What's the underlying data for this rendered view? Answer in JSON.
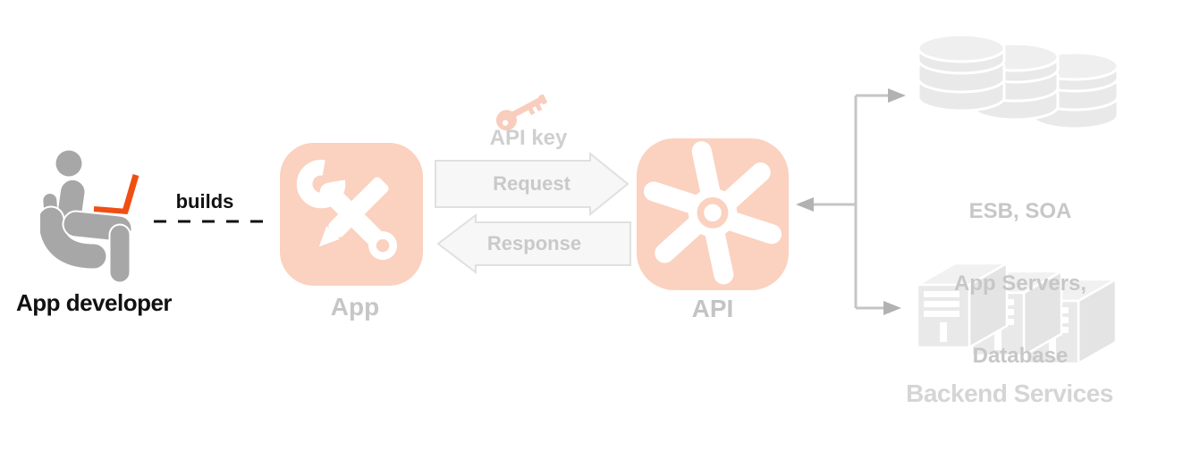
{
  "diagram": {
    "title_implied": "App developer builds an app that calls an API fronting backend services",
    "developer": {
      "label": "App developer",
      "relation_label": "builds",
      "icon": "seated-person-with-laptop-icon"
    },
    "app": {
      "label": "App",
      "icon": "wrench-and-pencil-icon"
    },
    "api": {
      "label": "API",
      "icon": "gear-asterisk-icon"
    },
    "api_key": {
      "label": "API key",
      "icon": "key-icon"
    },
    "request": {
      "label": "Request",
      "direction": "app-to-api"
    },
    "response": {
      "label": "Response",
      "direction": "api-to-app"
    },
    "backend_top": {
      "line1": "ESB, SOA",
      "line2": "App Servers,",
      "line3": "Database",
      "icon": "database-stacks-icon"
    },
    "backend_bottom": {
      "label": "Backend Services",
      "icon": "server-towers-icon"
    }
  },
  "colors": {
    "accent_salmon": "#fbd1bf",
    "laptop_orange": "#f04e12",
    "figure_gray": "#a7a7a7",
    "muted_label_gray": "#c6c6c6",
    "connector_gray": "#c5c5c5",
    "arrowhead_gray": "#b2b2b2",
    "block_arrow_fill": "#f7f7f7",
    "block_arrow_border": "#e0e0e0",
    "backend_shape_gray": "#e9e9e9",
    "text_black": "#111111"
  }
}
